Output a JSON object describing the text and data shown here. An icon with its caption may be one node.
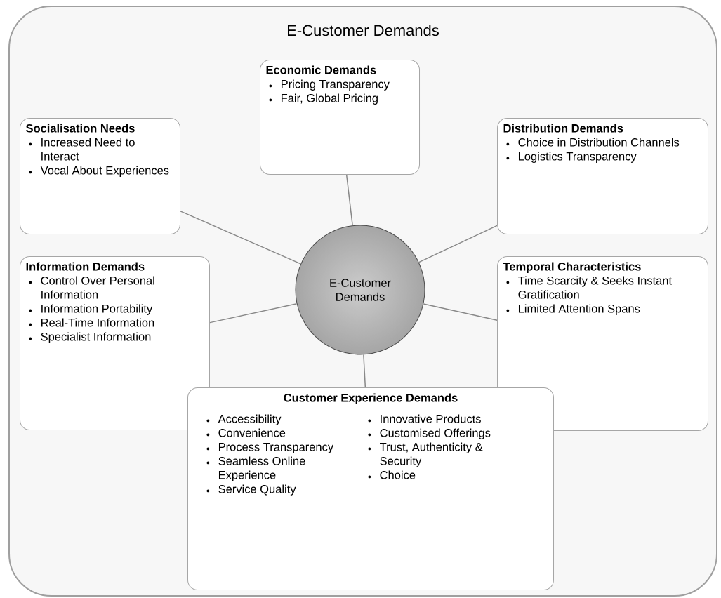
{
  "diagram": {
    "nodes": [
      {
        "text": [
          "E-Customer Demands"
        ]
      },
      {
        "text": [
          "Economic Demands",
          "Pricing Transparency",
          "Fair, Global Pricing"
        ],
        "in": 0
      },
      {
        "text": [
          "Socialisation Needs",
          "Increased Need to Interact",
          "Vocal About Experiences"
        ],
        "in": 0
      },
      {
        "text": [
          "Distribution Demands",
          "Choice in Distribution Channels",
          "Logistics Transparency"
        ],
        "in": 0
      },
      {
        "text": [
          "E-Customer Demands"
        ],
        "in": 0
      },
      {
        "text": [
          "Information Demands",
          "Control Over Personal Information",
          "Information Portability",
          "Real-Time Information",
          "Specialist Information"
        ],
        "in": 0
      },
      {
        "text": [
          "Temporal Characteristics",
          "Time Scarcity & Seeks Instant Gratification",
          "Limited Attention Spans"
        ],
        "in": 0
      },
      {
        "text": [
          "Customer Experience Demands",
          "Accessibility",
          "Convenience",
          "Process Transparency",
          "Seamless Online Experience",
          "Service Quality",
          "Innovative Products",
          "Customised Offerings",
          "Trust, Authenticity & Security",
          "Choice"
        ],
        "in": 0
      }
    ],
    "edges": [
      {
        "from": 4,
        "to": 1,
        "arrow": "none"
      },
      {
        "from": 4,
        "to": 2,
        "arrow": "none"
      },
      {
        "from": 4,
        "to": 3,
        "arrow": "none"
      },
      {
        "from": 4,
        "to": 5,
        "arrow": "none"
      },
      {
        "from": 4,
        "to": 6,
        "arrow": "none"
      },
      {
        "from": 4,
        "to": 7,
        "arrow": "none"
      }
    ]
  }
}
